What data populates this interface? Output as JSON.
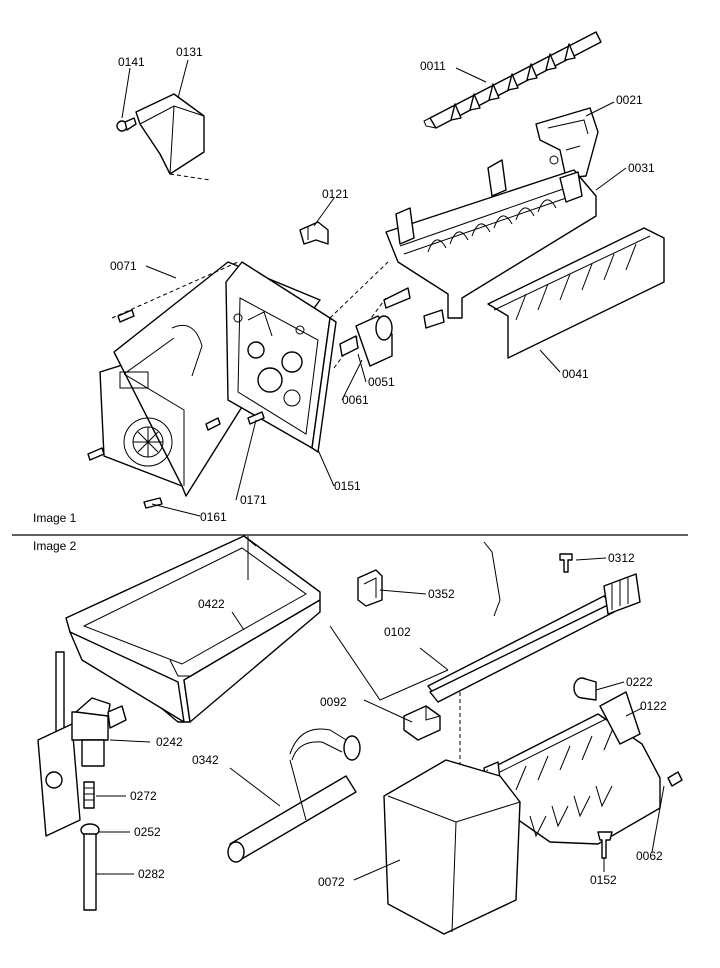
{
  "sections": [
    {
      "id": "image1",
      "label": "Image 1"
    },
    {
      "id": "image2",
      "label": "Image 2"
    }
  ],
  "callouts": {
    "p0011": "0011",
    "p0021": "0021",
    "p0031": "0031",
    "p0041": "0041",
    "p0051": "0051",
    "p0061": "0061",
    "p0071": "0071",
    "p0121": "0121",
    "p0131": "0131",
    "p0141": "0141",
    "p0151": "0151",
    "p0161": "0161",
    "p0171": "0171",
    "p0312": "0312",
    "p0352": "0352",
    "p0102": "0102",
    "p0422": "0422",
    "p0092": "0092",
    "p0222": "0222",
    "p0122": "0122",
    "p0242": "0242",
    "p0342": "0342",
    "p0272": "0272",
    "p0252": "0252",
    "p0282": "0282",
    "p0072": "0072",
    "p0152": "0152",
    "p0062": "0062"
  }
}
